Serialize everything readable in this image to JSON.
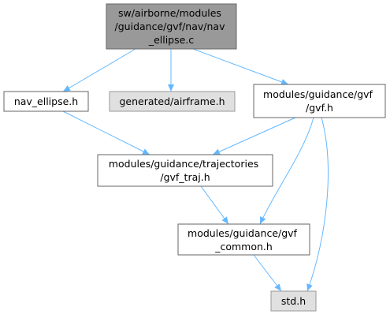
{
  "colors": {
    "edge": "#63b8ff",
    "main_fill": "#999999",
    "plain_fill": "#ffffff",
    "grey_fill": "#e0e0e0",
    "border_dark": "#666666",
    "border_grey": "#999999"
  },
  "nodes": {
    "main": {
      "lines": [
        "sw/airborne/modules",
        "/guidance/gvf/nav/nav",
        "_ellipse.c"
      ]
    },
    "nav_ellipse": {
      "lines": [
        "nav_ellipse.h"
      ]
    },
    "airframe": {
      "lines": [
        "generated/airframe.h"
      ]
    },
    "gvf": {
      "lines": [
        "modules/guidance/gvf",
        "/gvf.h"
      ]
    },
    "gvf_traj": {
      "lines": [
        "modules/guidance/trajectories",
        "/gvf_traj.h"
      ]
    },
    "gvf_common": {
      "lines": [
        "modules/guidance/gvf",
        "_common.h"
      ]
    },
    "std": {
      "lines": [
        "std.h"
      ]
    }
  }
}
